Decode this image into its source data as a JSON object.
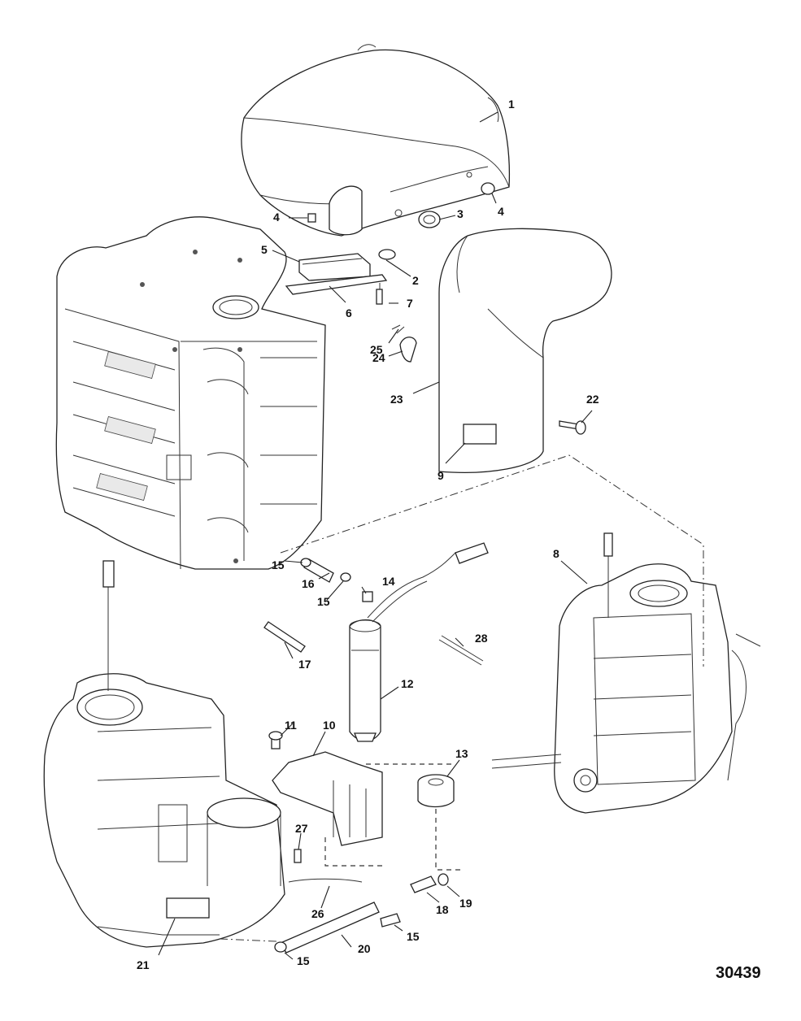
{
  "figure_number": "30439",
  "callouts": [
    "1",
    "2",
    "3",
    "4",
    "4",
    "5",
    "6",
    "7",
    "25",
    "24",
    "23",
    "22",
    "9",
    "8",
    "15",
    "16",
    "14",
    "15",
    "17",
    "28",
    "12",
    "11",
    "10",
    "13",
    "27",
    "26",
    "18",
    "19",
    "15",
    "20",
    "21",
    "15"
  ]
}
